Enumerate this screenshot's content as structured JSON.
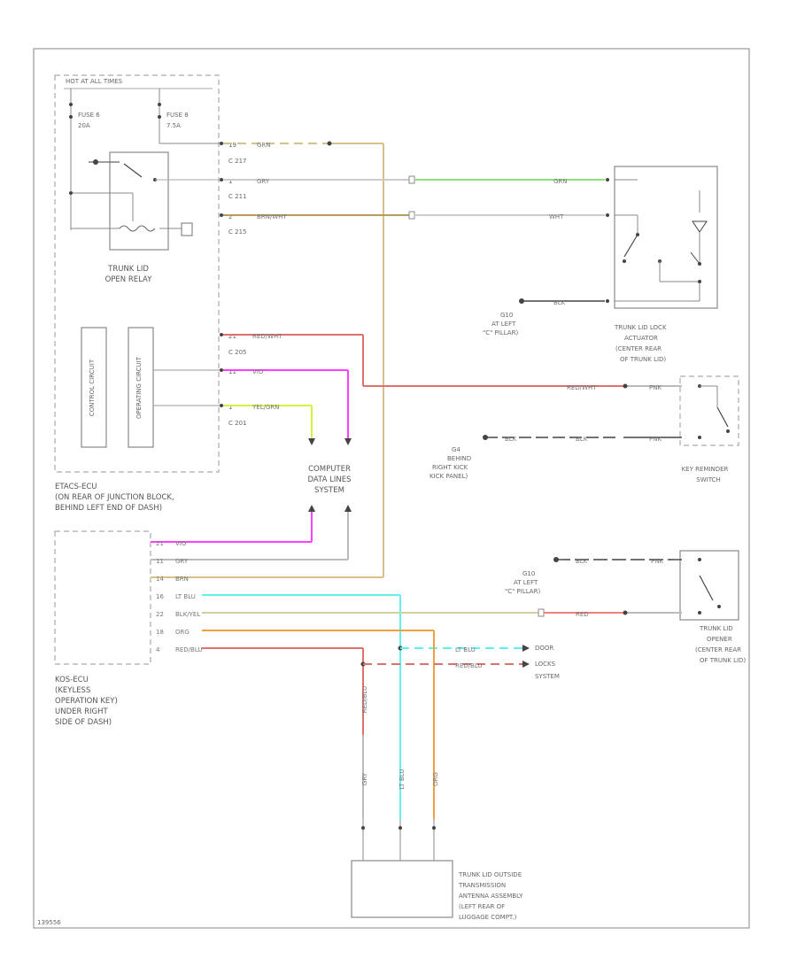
{
  "labels": {
    "hot_at_all_times": "HOT AT ALL TIMES",
    "fuse_a": [
      "FUSE 6",
      "20A"
    ],
    "fuse_b": [
      "FUSE 8",
      "7.5A"
    ],
    "trunk_open_relay": [
      "TRUNK LID",
      "OPEN RELAY"
    ],
    "c217": "C 217",
    "c211": "C 211",
    "c215": "C 215",
    "c205": "C 205",
    "c201": "C 201",
    "module_a": [
      "CONTROL CIRCUIT",
      "OPERATING CIRCUIT"
    ],
    "etacs": [
      "ETACS-ECU",
      "(ON REAR OF JUNCTION BLOCK,",
      "BEHIND LEFT END OF DASH)"
    ],
    "computer_data": [
      "COMPUTER",
      "DATA LINES",
      "SYSTEM"
    ],
    "ground_g10": [
      "G10",
      "AT LEFT",
      "\"C\" PILLAR)"
    ],
    "ground_g4": [
      "G4",
      "BEHIND",
      "RIGHT KICK",
      "KICK PANEL)"
    ],
    "ground_g10b": [
      "G10",
      "AT LEFT",
      "\"C\" PILLAR)"
    ],
    "trunk_lock_actuator": [
      "TRUNK LID LOCK",
      "ACTUATOR",
      "(CENTER REAR",
      "OF TRUNK LID)"
    ],
    "key_reminder": [
      "KEY REMINDER",
      "SWITCH"
    ],
    "trunk_opener": [
      "TRUNK LID",
      "OPENER",
      "(CENTER REAR",
      "OF TRUNK LID)"
    ],
    "kos_ecu": [
      "KOS-ECU",
      "(KEYLESS",
      "OPERATION KEY)",
      "UNDER RIGHT",
      "SIDE OF DASH)"
    ],
    "door_locks": [
      "DOOR",
      "LOCKS",
      "SYSTEM"
    ],
    "antenna": [
      "TRUNK LID OUTSIDE",
      "TRANSMISSION",
      "ANTENNA ASSEMBLY",
      "(LEFT REAR OF",
      "LUGGAGE COMPT.)"
    ],
    "diagram_id": "139556"
  },
  "wires": {
    "grn": "GRN",
    "gry": "GRY",
    "brn_wht": "BRN/WHT",
    "red_wht": "RED/WHT",
    "vio": "VIO",
    "yel_grn": "YEL/GRN",
    "grn_ext": "GRN",
    "wht": "WHT",
    "blk": "BLK",
    "red_wht_r": "RED/WHT",
    "pnk": "PNK",
    "blk_key": "BLK",
    "blk_key2": "BLK",
    "pnk_key": "PNK",
    "blk_op": "BLK",
    "pnk_op": "PNK",
    "red_op": "RED",
    "k_vio": "VIO",
    "k_gry": "GRY",
    "k_brn": "BRN",
    "k_ltblu": "LT BLU",
    "k_blkyel": "BLK/YEL",
    "k_org": "ORG",
    "k_redblu": "RED/BLU",
    "door_ltblu": "LT BLU",
    "door_redblu": "RED/BLU",
    "v_redblu": "RED/BLU",
    "v_gry": "GRY",
    "v_ltblu": "LT BLU",
    "v_org": "ORG"
  },
  "pins": {
    "p_brn": "19",
    "p_gry": "1",
    "p_brnwht": "2",
    "p_redwht": "21",
    "p_vio": "11",
    "p_yelgrn": "1",
    "k1": "21",
    "k2": "11",
    "k3": "14",
    "k4": "16",
    "k5": "22",
    "k6": "18",
    "k7": "4"
  },
  "colors": {
    "tan": "#d8c08a",
    "gray": "#cccccc",
    "brown": "#b89b5e",
    "green": "#8fe080",
    "red": "#e07070",
    "magenta": "#ff40ff",
    "yellow_green": "#d8f040",
    "cyan": "#60f0f0",
    "orange": "#f0a040",
    "pink": "#f08080",
    "olive": "#d0d0a0"
  }
}
